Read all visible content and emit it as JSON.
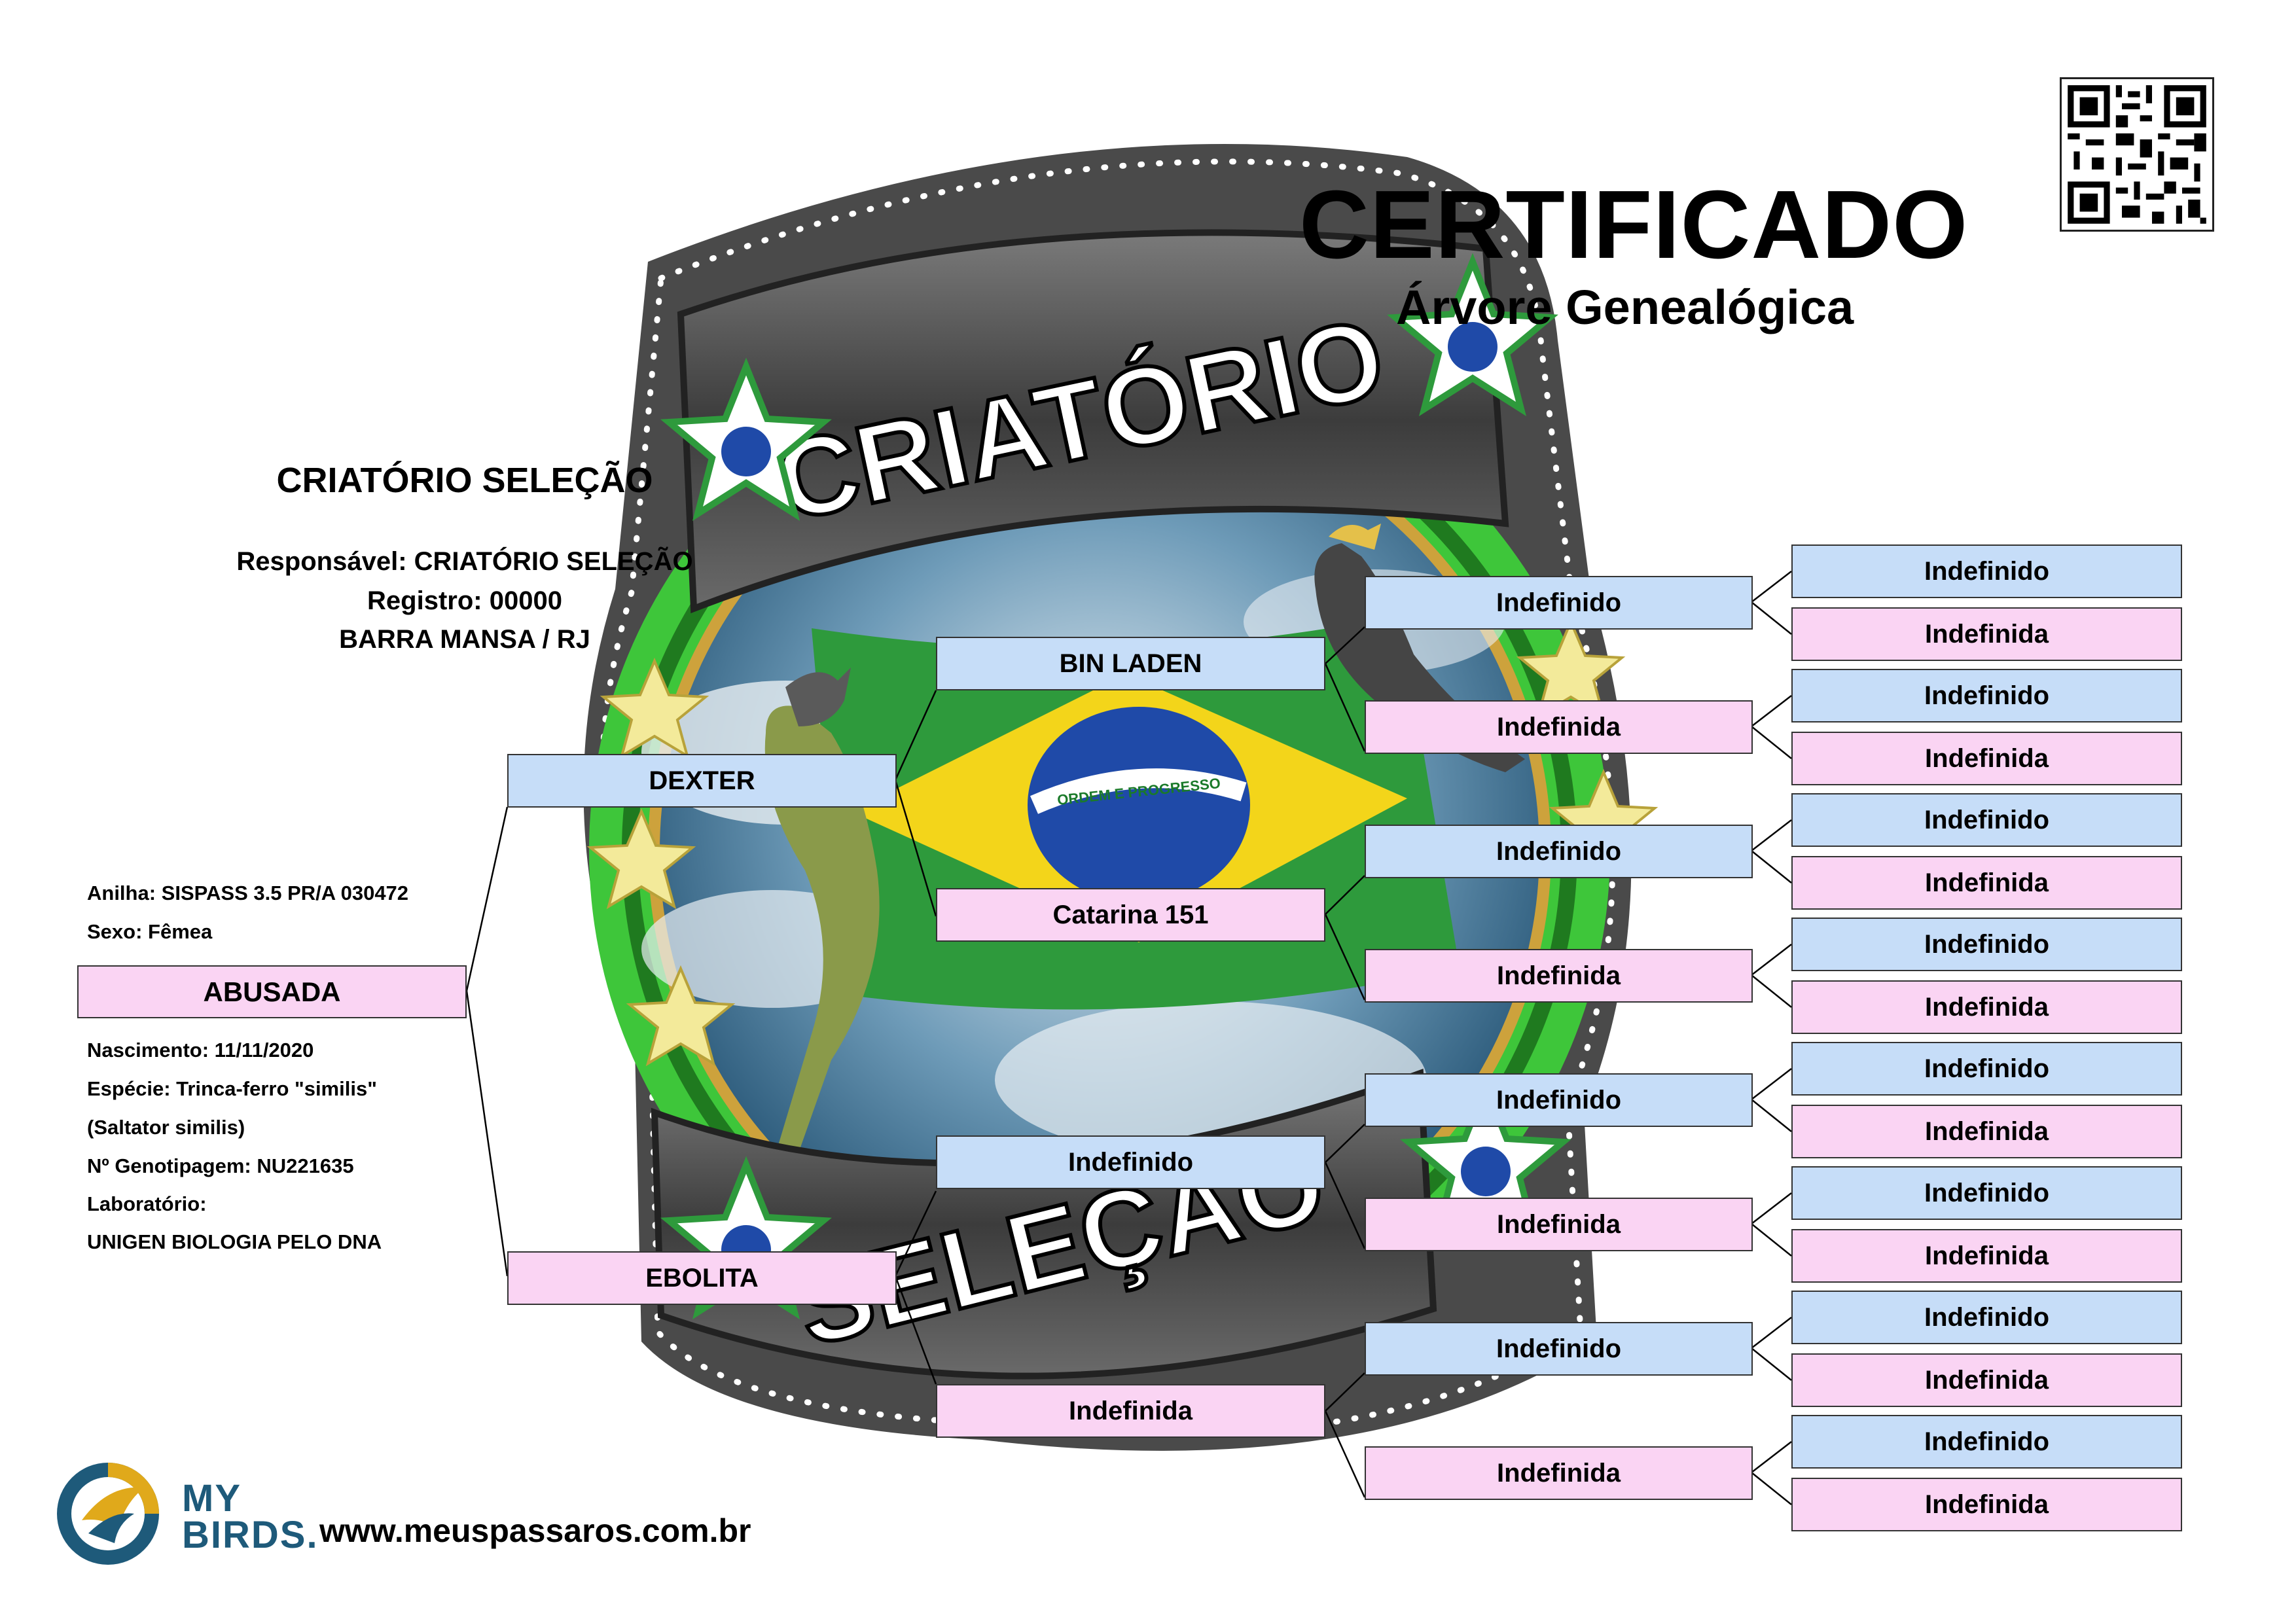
{
  "header": {
    "title": "CERTIFICADO",
    "subtitle": "Árvore Genealógica"
  },
  "breeder": {
    "name": "CRIATÓRIO SELEÇÃO",
    "responsible": "Responsável: CRIATÓRIO SELEÇÃO",
    "registry": "Registro: 00000",
    "location": "BARRA MANSA / RJ"
  },
  "bird": {
    "ring": "Anilha: SISPASS 3.5 PR/A 030472",
    "sex": "Sexo: Fêmea",
    "name": "ABUSADA",
    "birth": "Nascimento: 11/11/2020",
    "species": "Espécie: Trinca-ferro \"similis\"",
    "scientific": "(Saltator similis)",
    "genotyping": "Nº Genotipagem: NU221635",
    "lab_label": "Laboratório:",
    "lab": "UNIGEN BIOLOGIA PELO DNA"
  },
  "pedigree": {
    "father": "DEXTER",
    "mother": "EBOLITA",
    "gen3": [
      "BIN LADEN",
      "Catarina 151",
      "Indefinido",
      "Indefinida"
    ],
    "gen4": [
      "Indefinido",
      "Indefinida",
      "Indefinido",
      "Indefinida",
      "Indefinido",
      "Indefinida",
      "Indefinido",
      "Indefinida"
    ],
    "gen5": [
      "Indefinido",
      "Indefinida",
      "Indefinido",
      "Indefinida",
      "Indefinido",
      "Indefinida",
      "Indefinido",
      "Indefinida",
      "Indefinido",
      "Indefinida",
      "Indefinido",
      "Indefinida",
      "Indefinido",
      "Indefinida",
      "Indefinido",
      "Indefinida"
    ]
  },
  "emblem": {
    "top_text": "CRIATÓRIO",
    "bottom_text": "SELEÇÃO",
    "flag_motto": "ORDEM E PROGRESSO"
  },
  "footer": {
    "logo_line1": "MY",
    "logo_line2": "BIRDS.",
    "url": "www.meuspassaros.com.br"
  },
  "colors": {
    "male_box": "#c6ddf8",
    "female_box": "#fad4f3",
    "emblem_green": "#3ec63a",
    "logo_blue": "#1e5a7a",
    "logo_gold": "#e0a91b"
  }
}
